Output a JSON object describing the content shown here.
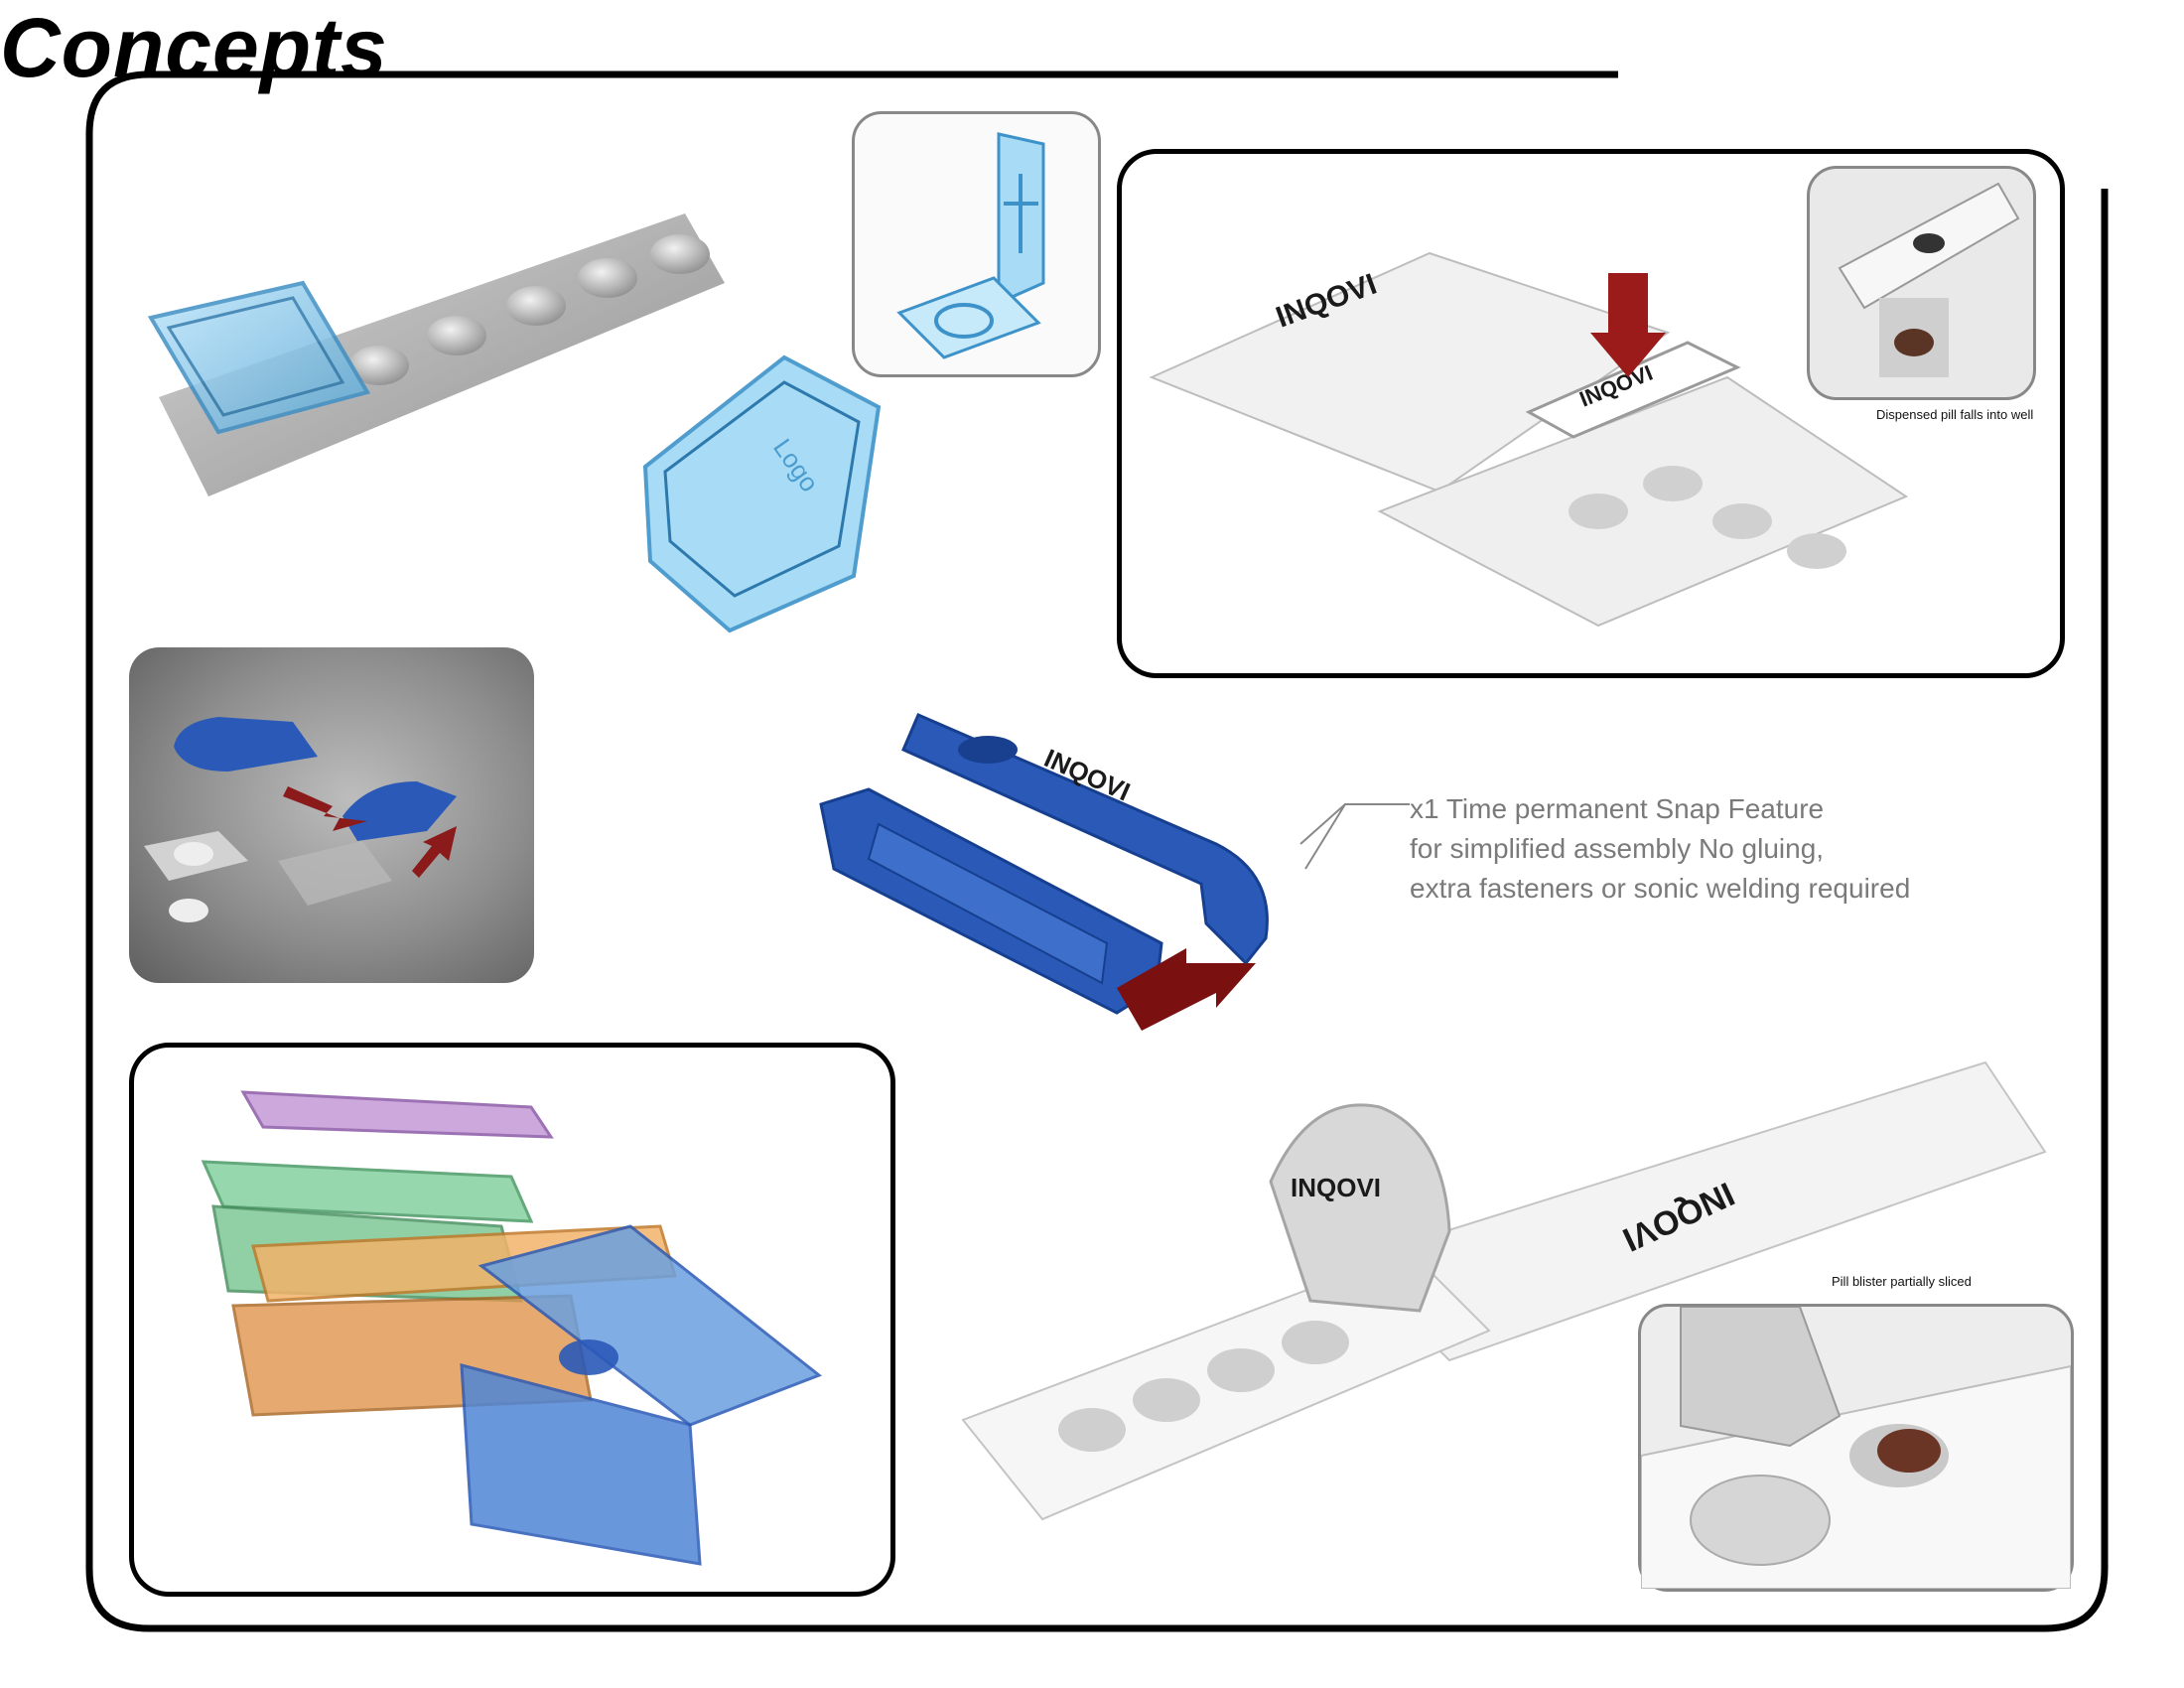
{
  "header": {
    "title": "Concepts"
  },
  "product": {
    "brand": "INQOVI"
  },
  "annotation": {
    "lines": [
      "x1 Time permanent Snap Feature",
      "for simplified assembly No gluing,",
      "extra fasteners or sonic welding required"
    ]
  },
  "captions": {
    "dispensed": "Dispensed pill falls into well",
    "sliced": "Pill blister partially sliced"
  },
  "colors": {
    "accent_blue": "#2a59b8",
    "arrow_red": "#8b1a1a",
    "clear_blue": "#7fc4e8"
  }
}
